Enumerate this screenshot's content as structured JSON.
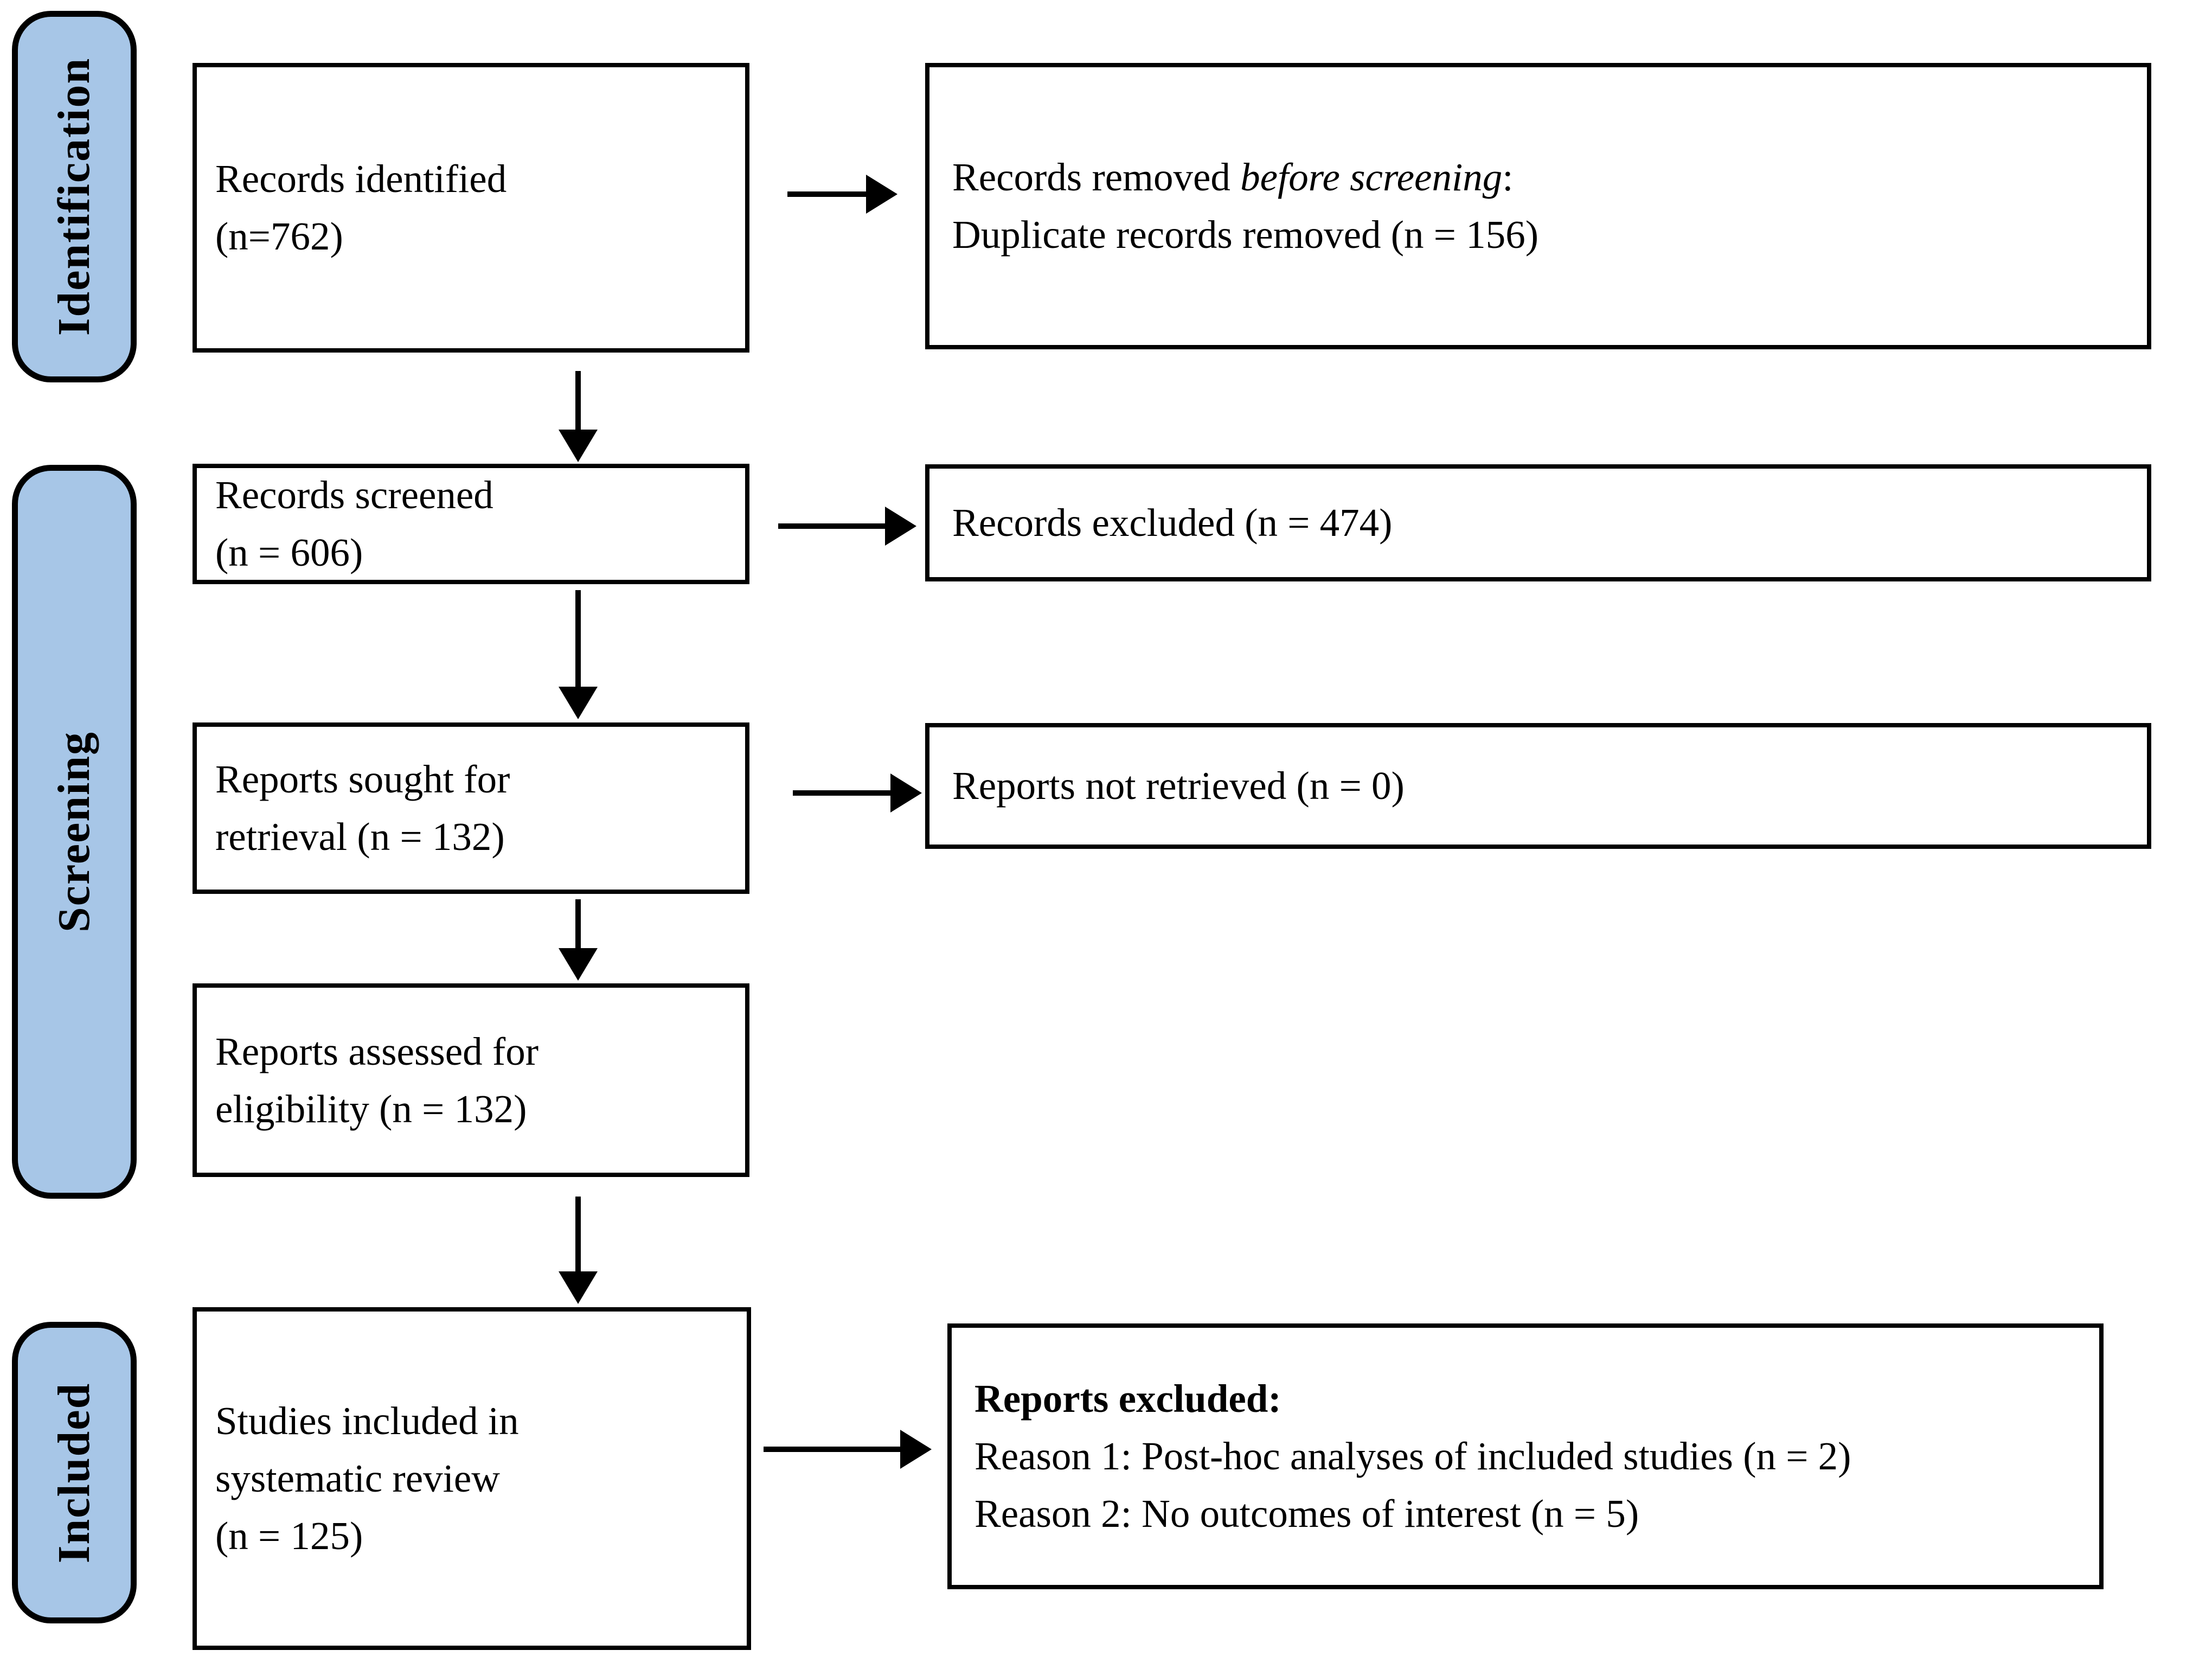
{
  "colors": {
    "stage_fill": "#a7c6e7",
    "border": "#000000",
    "background": "#ffffff"
  },
  "sidebar": {
    "items": [
      {
        "label": "Identification"
      },
      {
        "label": "Screening"
      },
      {
        "label": "Included"
      }
    ]
  },
  "flow_boxes": {
    "identified": {
      "lines": [
        "Records identified",
        "(n=762)"
      ]
    },
    "screened": {
      "lines": [
        "Records screened",
        "(n = 606)"
      ]
    },
    "sought": {
      "lines": [
        "Reports sought for",
        "retrieval (n = 132)"
      ]
    },
    "assessed": {
      "lines": [
        "Reports assessed for",
        "eligibility (n = 132)"
      ]
    },
    "included": {
      "lines": [
        "Studies included in",
        "systematic review",
        "(n = 125)"
      ]
    }
  },
  "side_boxes": {
    "removed_before_screening": {
      "prefix": "Records removed ",
      "italic": "before screening",
      "suffix": ":",
      "line2": "Duplicate records removed (n = 156)"
    },
    "records_excluded": {
      "text": "Records excluded (n = 474)"
    },
    "not_retrieved": {
      "text": "Reports not retrieved (n = 0)"
    },
    "reports_excluded": {
      "heading": "Reports excluded:",
      "reasons": [
        "Reason 1: Post-hoc analyses of included studies (n = 2)",
        "Reason 2: No outcomes of interest (n = 5)"
      ]
    }
  }
}
